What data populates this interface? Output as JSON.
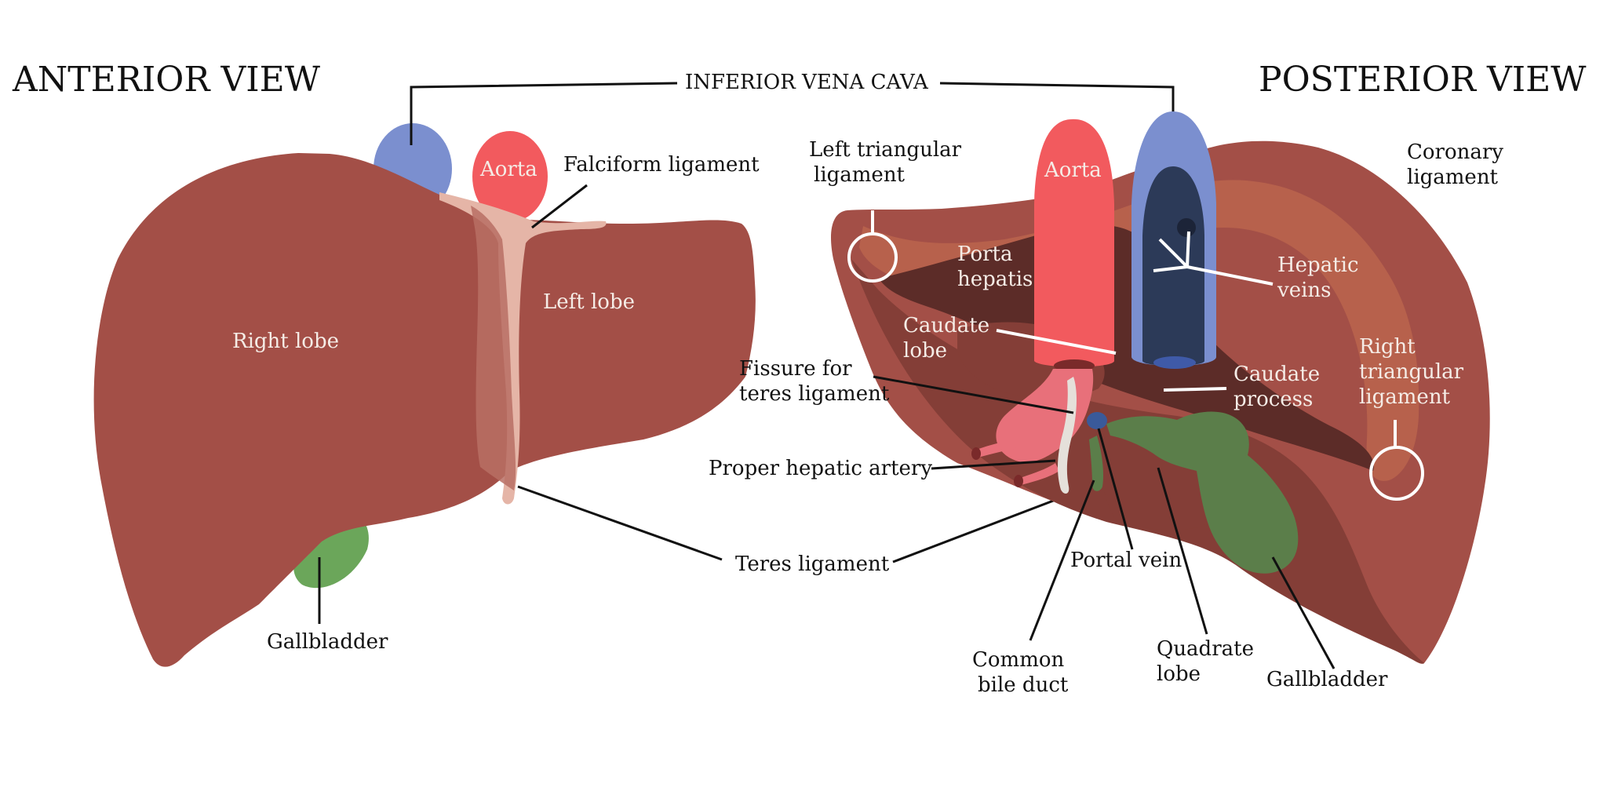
{
  "titles": {
    "anterior": "ANTERIOR VIEW",
    "posterior": "POSTERIOR VIEW",
    "ivc": "INFERIOR VENA CAVA"
  },
  "anterior": {
    "aorta": "Aorta",
    "falciform": "Falciform ligament",
    "left_lobe": "Left lobe",
    "right_lobe": "Right lobe",
    "gallbladder": "Gallbladder"
  },
  "shared": {
    "teres": "Teres ligament"
  },
  "posterior": {
    "aorta": "Aorta",
    "left_triangular": [
      "Left triangular",
      "ligament"
    ],
    "porta_hepatis": [
      "Porta",
      "hepatis"
    ],
    "caudate_lobe": [
      "Caudate",
      "lobe"
    ],
    "fissure_teres": [
      "Fissure for",
      "teres ligament"
    ],
    "proper_hepatic_artery": "Proper hepatic artery",
    "common_bile_duct": [
      "Common",
      "bile duct"
    ],
    "portal_vein": "Portal vein",
    "quadrate_lobe": [
      "Quadrate",
      "lobe"
    ],
    "gallbladder": "Gallbladder",
    "caudate_process": [
      "Caudate",
      "process"
    ],
    "hepatic_veins": [
      "Hepatic",
      "veins"
    ],
    "right_triangular": [
      "Right",
      "triangular",
      "ligament"
    ],
    "coronary": [
      "Coronary",
      "ligament"
    ]
  },
  "colors": {
    "liver": "#a34f47",
    "liver_dark": "#843e37",
    "liver_darker": "#5c2c28",
    "liver_light": "#b7614c",
    "ivc": "#7b8fcf",
    "ivc_dark": "#2c3a58",
    "aorta": "#f25a5e",
    "aorta_light": "#e8707a",
    "ligament": "#e5b5a7",
    "gallbladder_anterior": "#6ba65a",
    "gallbladder_posterior": "#5b7e4a",
    "portal_vein": "#3a5a9a"
  }
}
